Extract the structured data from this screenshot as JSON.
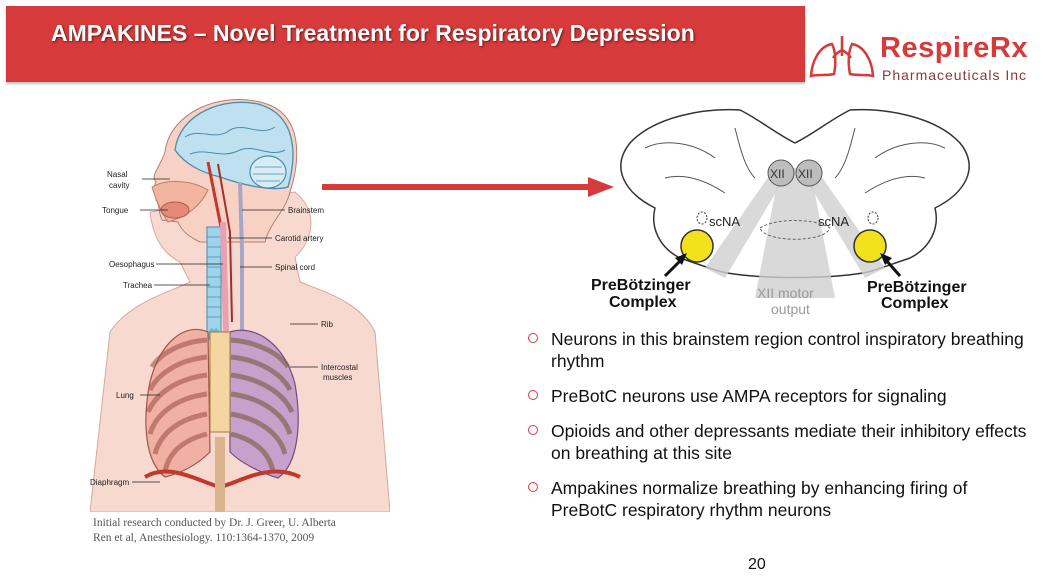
{
  "slide": {
    "title": "AMPAKINES – Novel Treatment for Respiratory Depression",
    "page_number": "20"
  },
  "logo": {
    "name": "RespireRx",
    "subtitle": "Pharmaceuticals Inc"
  },
  "anatomy_labels": {
    "nasal_1": "Nasal",
    "nasal_2": "cavity",
    "tongue": "Tongue",
    "oesophagus": "Oesophagus",
    "trachea": "Trachea",
    "lung": "Lung",
    "diaphragm": "Diaphragm",
    "brainstem": "Brainstem",
    "carotid": "Carotid artery",
    "spinal": "Spinal cord",
    "rib": "Rib",
    "intercostal_1": "Intercostal",
    "intercostal_2": "muscles"
  },
  "caption": {
    "line1": "Initial research conducted by Dr. J. Greer, U. Alberta",
    "line2": "Ren et al, Anesthesiology. 110:1364-1370, 2009"
  },
  "brainstem_labels": {
    "xii_left": "XII",
    "xii_right": "XII",
    "scna_left": "scNA",
    "scna_right": "scNA",
    "prebotc_left_1": "PreBötzinger",
    "prebotc_left_2": "Complex",
    "prebotc_right_1": "PreBötzinger",
    "prebotc_right_2": "Complex",
    "motor_1": "XII motor",
    "motor_2": "output"
  },
  "bullets": [
    "Neurons in this brainstem region control inspiratory breathing rhythm",
    "PreBotC neurons use AMPA receptors for signaling",
    "Opioids and other depressants mediate their inhibitory effects on breathing at this site",
    "Ampakines normalize breathing by enhancing firing of PreBotC respiratory rhythm neurons"
  ],
  "colors": {
    "brand_red": "#d63a3a",
    "prebotc_yellow": "#f3e21b"
  }
}
